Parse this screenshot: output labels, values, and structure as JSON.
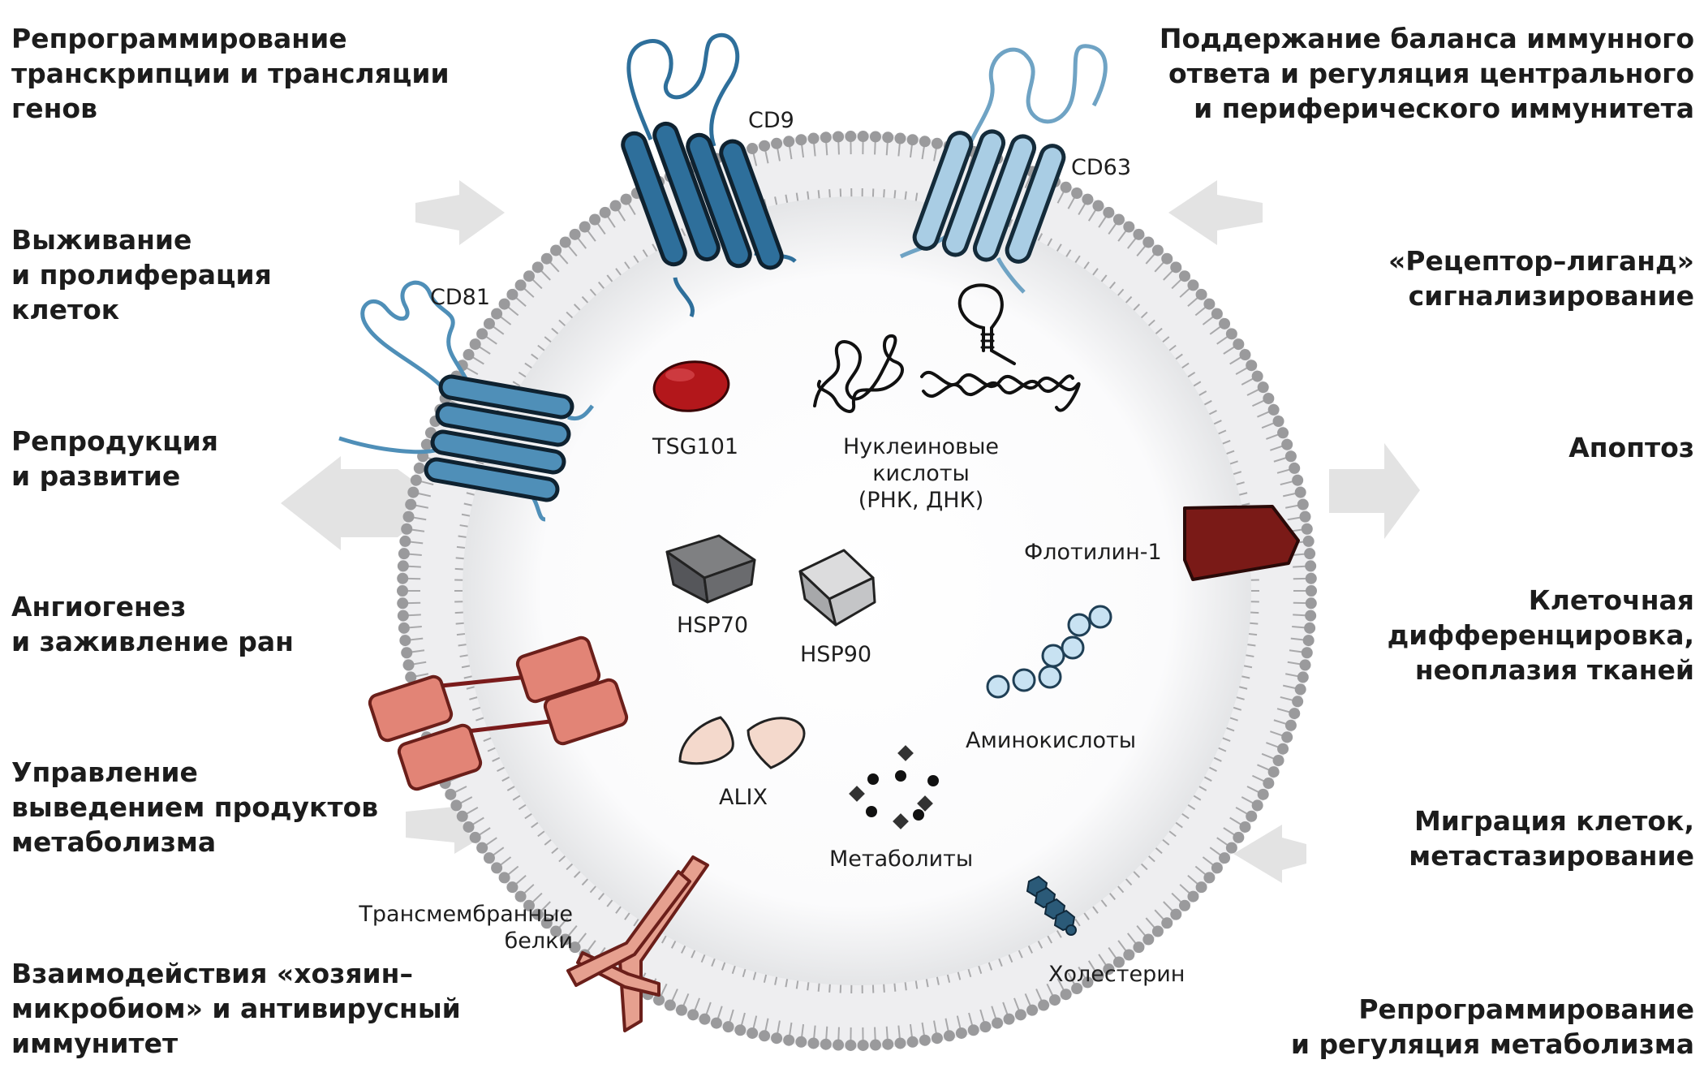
{
  "left_functions": [
    {
      "lines": [
        "Репрограммирование",
        "транскрипции и трансляции",
        "генов"
      ]
    },
    {
      "lines": [
        "Выживание",
        "и пролиферация",
        "клеток"
      ]
    },
    {
      "lines": [
        "Репродукция",
        "и развитие"
      ]
    },
    {
      "lines": [
        "Ангиогенез",
        "и заживление ран"
      ]
    },
    {
      "lines": [
        "Управление",
        "выведением продуктов",
        "метаболизма"
      ]
    },
    {
      "lines": [
        "Взаимодействия «хозяин–",
        "микробиом» и антивирусный",
        "иммунитет"
      ]
    }
  ],
  "right_functions": [
    {
      "lines": [
        "Поддержание баланса иммунного",
        "ответа и регуляция центрального",
        "и периферического иммунитета"
      ]
    },
    {
      "lines": [
        "«Рецептор–лиганд»",
        "сигнализирование"
      ]
    },
    {
      "lines": [
        "Апоптоз"
      ]
    },
    {
      "lines": [
        "Клеточная",
        "дифференцировка,",
        "неоплазия тканей"
      ]
    },
    {
      "lines": [
        "Миграция клеток,",
        "метастазирование"
      ]
    },
    {
      "lines": [
        "Репрограммирование",
        "и регуляция метаболизма"
      ]
    }
  ],
  "labels": {
    "cd9": "CD9",
    "cd63": "CD63",
    "cd81": "CD81",
    "tsg101": "TSG101",
    "nucleic": [
      "Нуклеиновые",
      "кислоты",
      "(РНК, ДНК)"
    ],
    "flotillin": "Флотилин-1",
    "hsp70": "HSP70",
    "hsp90": "HSP90",
    "amino": "Аминокислоты",
    "alix": "ALIX",
    "metabolites": "Метаболиты",
    "transmembrane": [
      "Трансмембранные",
      "белки"
    ],
    "cholesterol": "Холестерин"
  },
  "colors": {
    "cd9": "#2e6f9b",
    "cd63": "#a9cde4",
    "cd81": "#4f8fb8",
    "tsg101": "#b3171b",
    "flotillin": "#7a1a17",
    "membrane": "#9a9a9c",
    "arrow": "#e2e2e2",
    "transmembrane": "#e28476",
    "antibody": "#e6a08f",
    "amino": "#c8e2f2",
    "cholesterol": "#2b5a78"
  }
}
